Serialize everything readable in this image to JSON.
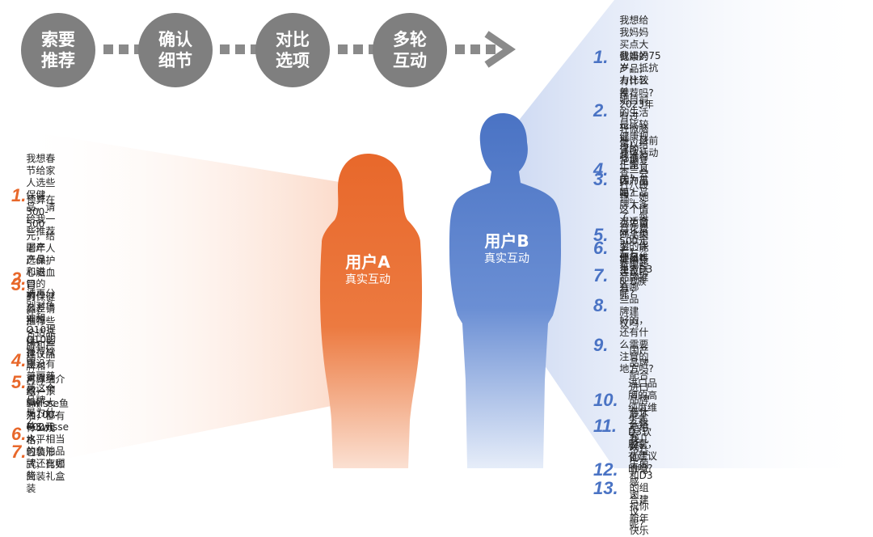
{
  "steps": [
    "索要\n推荐",
    "确认\n细节",
    "对比\n选项",
    "多轮\n互动"
  ],
  "user_a": {
    "name": "用户A",
    "sub": "真实互动"
  },
  "user_b": {
    "name": "用户B",
    "sub": "真实互动"
  },
  "colors": {
    "orange": "#e8682b",
    "blue": "#4a73c4",
    "grey": "#7f7f7f"
  },
  "left_list": [
    {
      "n": "1.",
      "text": "我想春节给家人选些保健品，请给我一些推荐"
    },
    {
      "n": "2.",
      "text": "预算在300-500元，给老年人选保护心脑血管\n的保健品，请推荐些合适品牌和产品"
    },
    {
      "n": "3.",
      "text": "国产产品和进口的有什么差别吗"
    },
    {
      "n": "4.",
      "text": "请再分别对鱼油和Q10提供一些建议品牌和\n对应功效，预算扩大为100-600元"
    },
    {
      "n": "5.",
      "text": "Q10的推荐榜里没有普丽普莱这个品牌，是为什么"
    },
    {
      "n": "6.",
      "text": "再详细介绍一下Swisse鱼油，都有什么规格，\n包装形式，比如简装礼盒装"
    },
    {
      "n": "7.",
      "text": "与Swisse水平相当的鱼油品牌还有哪些"
    }
  ],
  "right_list": [
    {
      "n": "1.",
      "text": "我想给我妈妈买点大健康的产品，有什么推荐吗?"
    },
    {
      "n": "2.",
      "text": "我妈妈75岁，抵抗力比较差，2023年有过\n轻微脑梗，目前身体活动正常"
    },
    {
      "n": "3.",
      "text": "她目前的生活是比较健康规律的，定期复查，会\n打八段锦。她这个情况适合哪个类型的保健品?"
    },
    {
      "n": "4.",
      "text": "可以给我推荐一些具体产品吗?"
    },
    {
      "n": "5.",
      "text": "因为市面上品牌太多了，每月花费500元\n左右，有哪些品牌推荐"
    },
    {
      "n": "6.",
      "text": "益生菌产品很多，能提供些建议吗"
    },
    {
      "n": "7.",
      "text": "那么维生素D3 & B族呢?"
    },
    {
      "n": "8.",
      "text": "有哪些品牌建议吗"
    },
    {
      "n": "9.",
      "text": "好的，还有什么需要注意的地方吗?"
    },
    {
      "n": "10.",
      "text": "国产品牌配合进口品牌有什么讲究吗?"
    },
    {
      "n": "11.",
      "text": "进口品牌的高纯度维生素D3软胶囊，有建议的吗?"
    },
    {
      "n": "12.",
      "text": "能不能给我几个益生菌和D3的组合建议呢?"
    },
    {
      "n": "13.",
      "text": "好的，非常感谢，祝你新年快乐"
    }
  ]
}
